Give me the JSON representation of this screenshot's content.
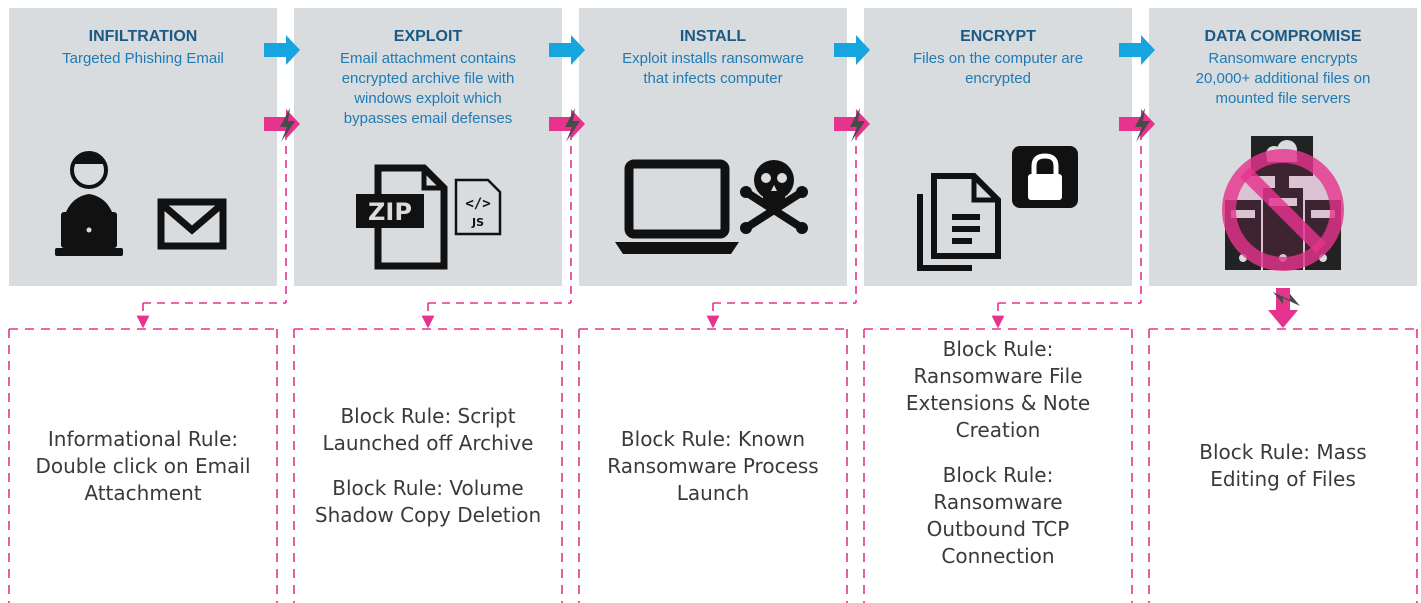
{
  "stages": [
    {
      "title": "INFILTRATION",
      "desc": [
        "Targeted Phishing Email"
      ],
      "icon": "person-laptop-and-envelope-icon"
    },
    {
      "title": "EXPLOIT",
      "desc": [
        "Email attachment contains",
        "encrypted archive file with",
        "windows exploit which",
        "bypasses email defenses"
      ],
      "icon": "zip-and-js-file-icon"
    },
    {
      "title": "INSTALL",
      "desc": [
        "Exploit installs ransomware",
        "that infects computer"
      ],
      "icon": "laptop-and-skull-icon"
    },
    {
      "title": "ENCRYPT",
      "desc": [
        "Files on the computer are",
        "encrypted"
      ],
      "icon": "documents-and-lock-icon"
    },
    {
      "title": "DATA COMPROMISE",
      "desc": [
        "Ransomware encrypts",
        "20,000+ additional files on",
        "mounted file servers"
      ],
      "icon": "blocked-file-servers-icon"
    }
  ],
  "rules": [
    {
      "lines": [
        [
          "Informational Rule:",
          "Double click on Email",
          "Attachment"
        ]
      ]
    },
    {
      "lines": [
        [
          "Block Rule: Script",
          "Launched off Archive"
        ],
        [
          "Block Rule: Volume",
          "Shadow Copy Deletion"
        ]
      ]
    },
    {
      "lines": [
        [
          "Block Rule: Known",
          "Ransomware Process",
          "Launch"
        ]
      ]
    },
    {
      "lines": [
        [
          "Block Rule:",
          "Ransomware File",
          "Extensions & Note",
          "Creation"
        ],
        [
          "Block Rule:",
          "Ransomware",
          "Outbound TCP",
          "Connection"
        ]
      ]
    },
    {
      "lines": [
        [
          "Block Rule: Mass",
          "Editing of Files"
        ]
      ]
    }
  ],
  "colors": {
    "stage_bg": "#d9dcdf",
    "title": "#1a5a84",
    "desc": "#1e7bb3",
    "flow_arrow": "#17a5df",
    "detect_arrow": "#e6338d",
    "rule_text": "#3a3a3a",
    "icon": "#111111"
  }
}
